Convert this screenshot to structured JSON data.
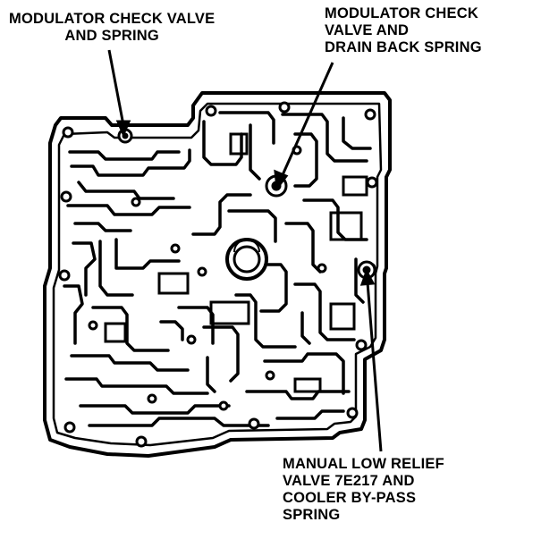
{
  "diagram": {
    "subject": "transmission valve body separator plate",
    "colors": {
      "ink": "#000000",
      "paper": "#ffffff"
    },
    "callouts": [
      {
        "id": "modulator-check-valve-and-spring",
        "lines": [
          "MODULATOR CHECK VALVE",
          "AND SPRING"
        ]
      },
      {
        "id": "modulator-check-valve-and-drain-back-spring",
        "lines": [
          "MODULATOR CHECK",
          "VALVE  AND",
          "DRAIN BACK SPRING"
        ]
      },
      {
        "id": "manual-low-relief-valve",
        "lines": [
          "MANUAL LOW RELIEF",
          "VALVE 7E217 AND",
          "COOLER BY-PASS",
          "SPRING"
        ]
      }
    ]
  }
}
